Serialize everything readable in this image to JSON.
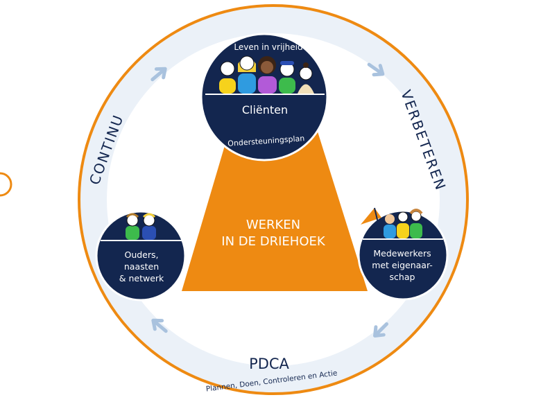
{
  "center": {
    "line1": "WERKEN",
    "line2": "IN DE DRIEHOEK"
  },
  "clients": {
    "top_text": "Leven in vrijheid",
    "title": "Cliënten",
    "bottom_text": "Ondersteuningsplan"
  },
  "parents": {
    "line1": "Ouders,",
    "line2": "naasten",
    "line3": "& netwerk"
  },
  "staff": {
    "line1": "Medewerkers",
    "line2": "met eigenaar-",
    "line3": "schap"
  },
  "ring": {
    "left_word": "CONTINU",
    "right_word": "VERBETEREN",
    "bottom_word": "PDCA",
    "bottom_sub": "Plannen, Doen, Controleren en Actie"
  },
  "colors": {
    "navy": "#13264f",
    "orange": "#ee8a12",
    "ring_fill": "#ebf1f8",
    "arrow": "#a9c2de",
    "white": "#ffffff"
  }
}
